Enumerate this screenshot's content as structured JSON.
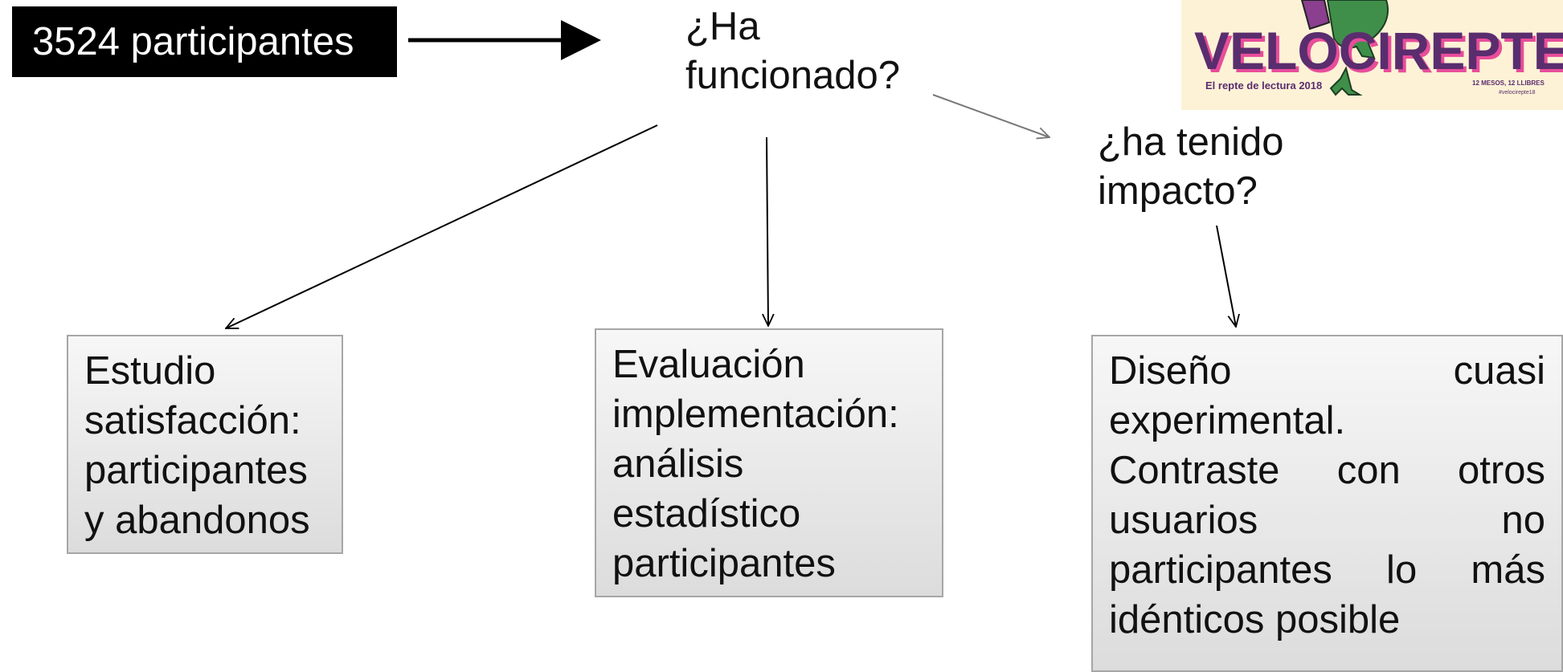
{
  "start": {
    "label": "3524 participantes"
  },
  "questions": {
    "funcionado": "¿Ha funcionado?",
    "impacto": "¿ha tenido impacto?"
  },
  "boxes": {
    "satisfaccion": "Estudio satisfacción: participantes y abandonos",
    "implementacion": "Evaluación implementación: análisis estadístico participantes",
    "cuasi_line1": "Diseño cuasi experimental.",
    "cuasi_line2": "Contraste con otros usuarios no participantes lo más idénticos posible"
  },
  "logo": {
    "title": "VELOCIREPTE",
    "subtitle": "El repte de lectura 2018",
    "tagline": "12 MESOS, 12 LLIBRES",
    "hashtag": "#velocirepte18",
    "colors": {
      "background": "#fdf2d6",
      "title": "#5a2d6e",
      "title_shadow": "#e84d9a",
      "dino": "#3f8f4a"
    }
  }
}
